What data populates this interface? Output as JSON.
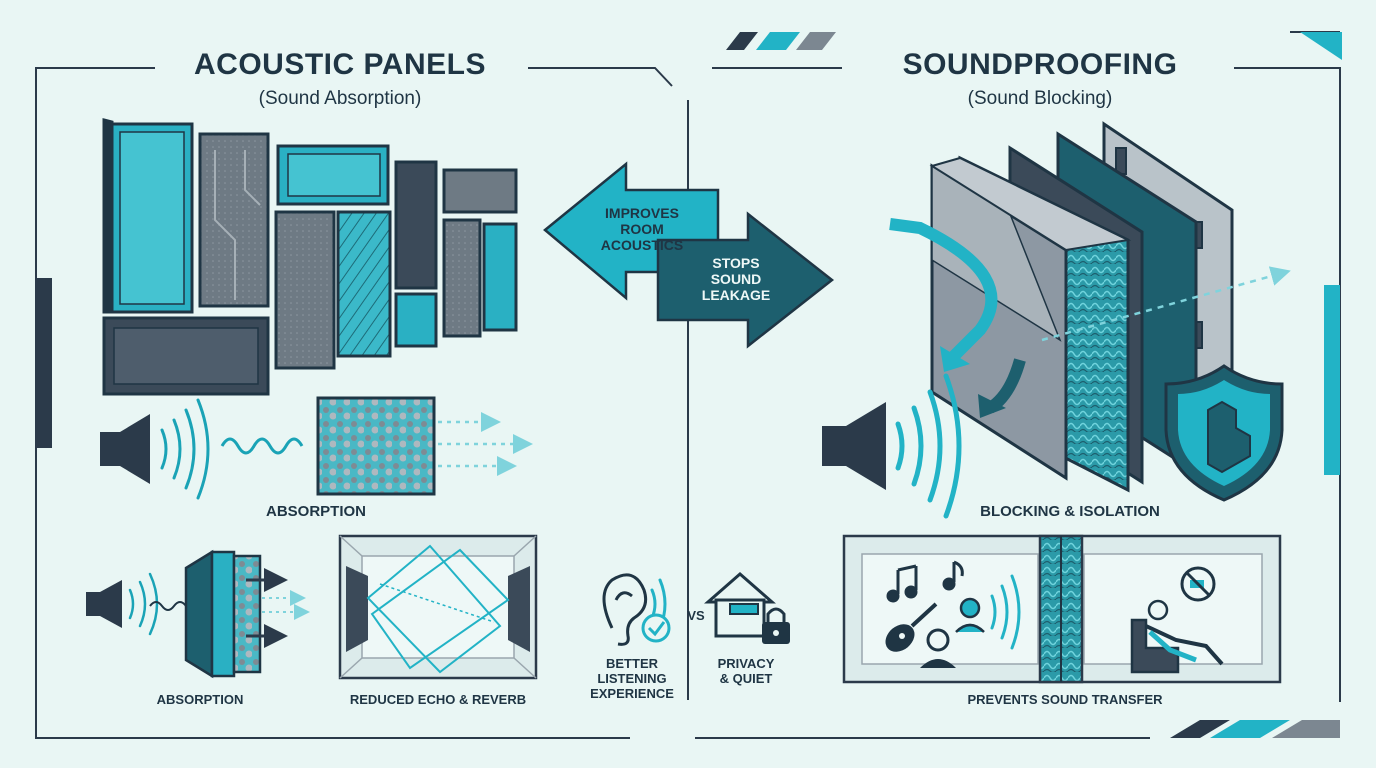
{
  "left": {
    "title": "ACOUSTIC PANELS",
    "subtitle": "(Sound Absorption)",
    "caption_main": "ABSORPTION",
    "caption_bottom_left": "ABSORPTION",
    "caption_bottom_right": "REDUCED ECHO & REVERB"
  },
  "right": {
    "title": "SOUNDPROOFING",
    "subtitle": "(Sound Blocking)",
    "caption_main": "BLOCKING & ISOLATION",
    "caption_bottom": "PREVENTS SOUND TRANSFER"
  },
  "center": {
    "arrow_left_lines": [
      "IMPROVES",
      "ROOM",
      "ACOUSTICS"
    ],
    "arrow_right_lines": [
      "STOPS",
      "SOUND",
      "LEAKAGE"
    ],
    "benefit_left_lines": [
      "BETTER",
      "LISTENING",
      "EXPERIENCE"
    ],
    "vs": "VS",
    "benefit_right_lines": [
      "PRIVACY",
      "& QUIET"
    ]
  },
  "icons": [
    "speaker-icon",
    "sound-waves-icon",
    "ear-icon",
    "checkmark-icon",
    "house-icon",
    "padlock-icon",
    "shield-icon",
    "music-note-icon",
    "guitar-icon",
    "person-icon",
    "no-noise-icon"
  ],
  "colors": {
    "background": "#e9f6f4",
    "teal": "#22b3c6",
    "dark_teal": "#1d5f6e",
    "navy": "#2b3a4a",
    "gray": "#7c8791"
  }
}
